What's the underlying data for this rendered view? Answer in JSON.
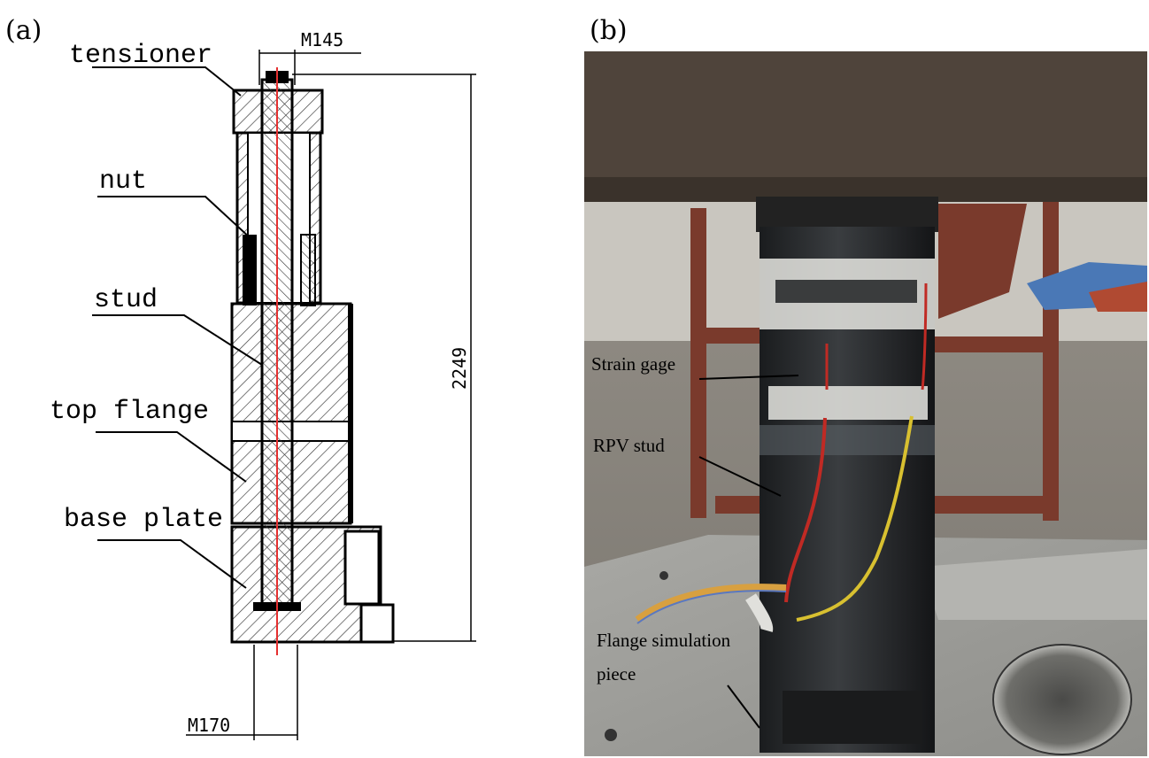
{
  "panel_a": {
    "label": "(a)",
    "parts": {
      "tensioner": "tensioner",
      "nut": "nut",
      "stud": "stud",
      "top_flange": "top flange",
      "base_plate": "base plate"
    },
    "dimensions": {
      "top_thread": "M145",
      "bottom_thread": "M170",
      "height": "2249"
    }
  },
  "panel_b": {
    "label": "(b)",
    "annotations": {
      "strain_gage": "Strain gage",
      "rpv_stud": "RPV stud",
      "flange_line1": "Flange simulation",
      "flange_line2": "piece"
    }
  }
}
